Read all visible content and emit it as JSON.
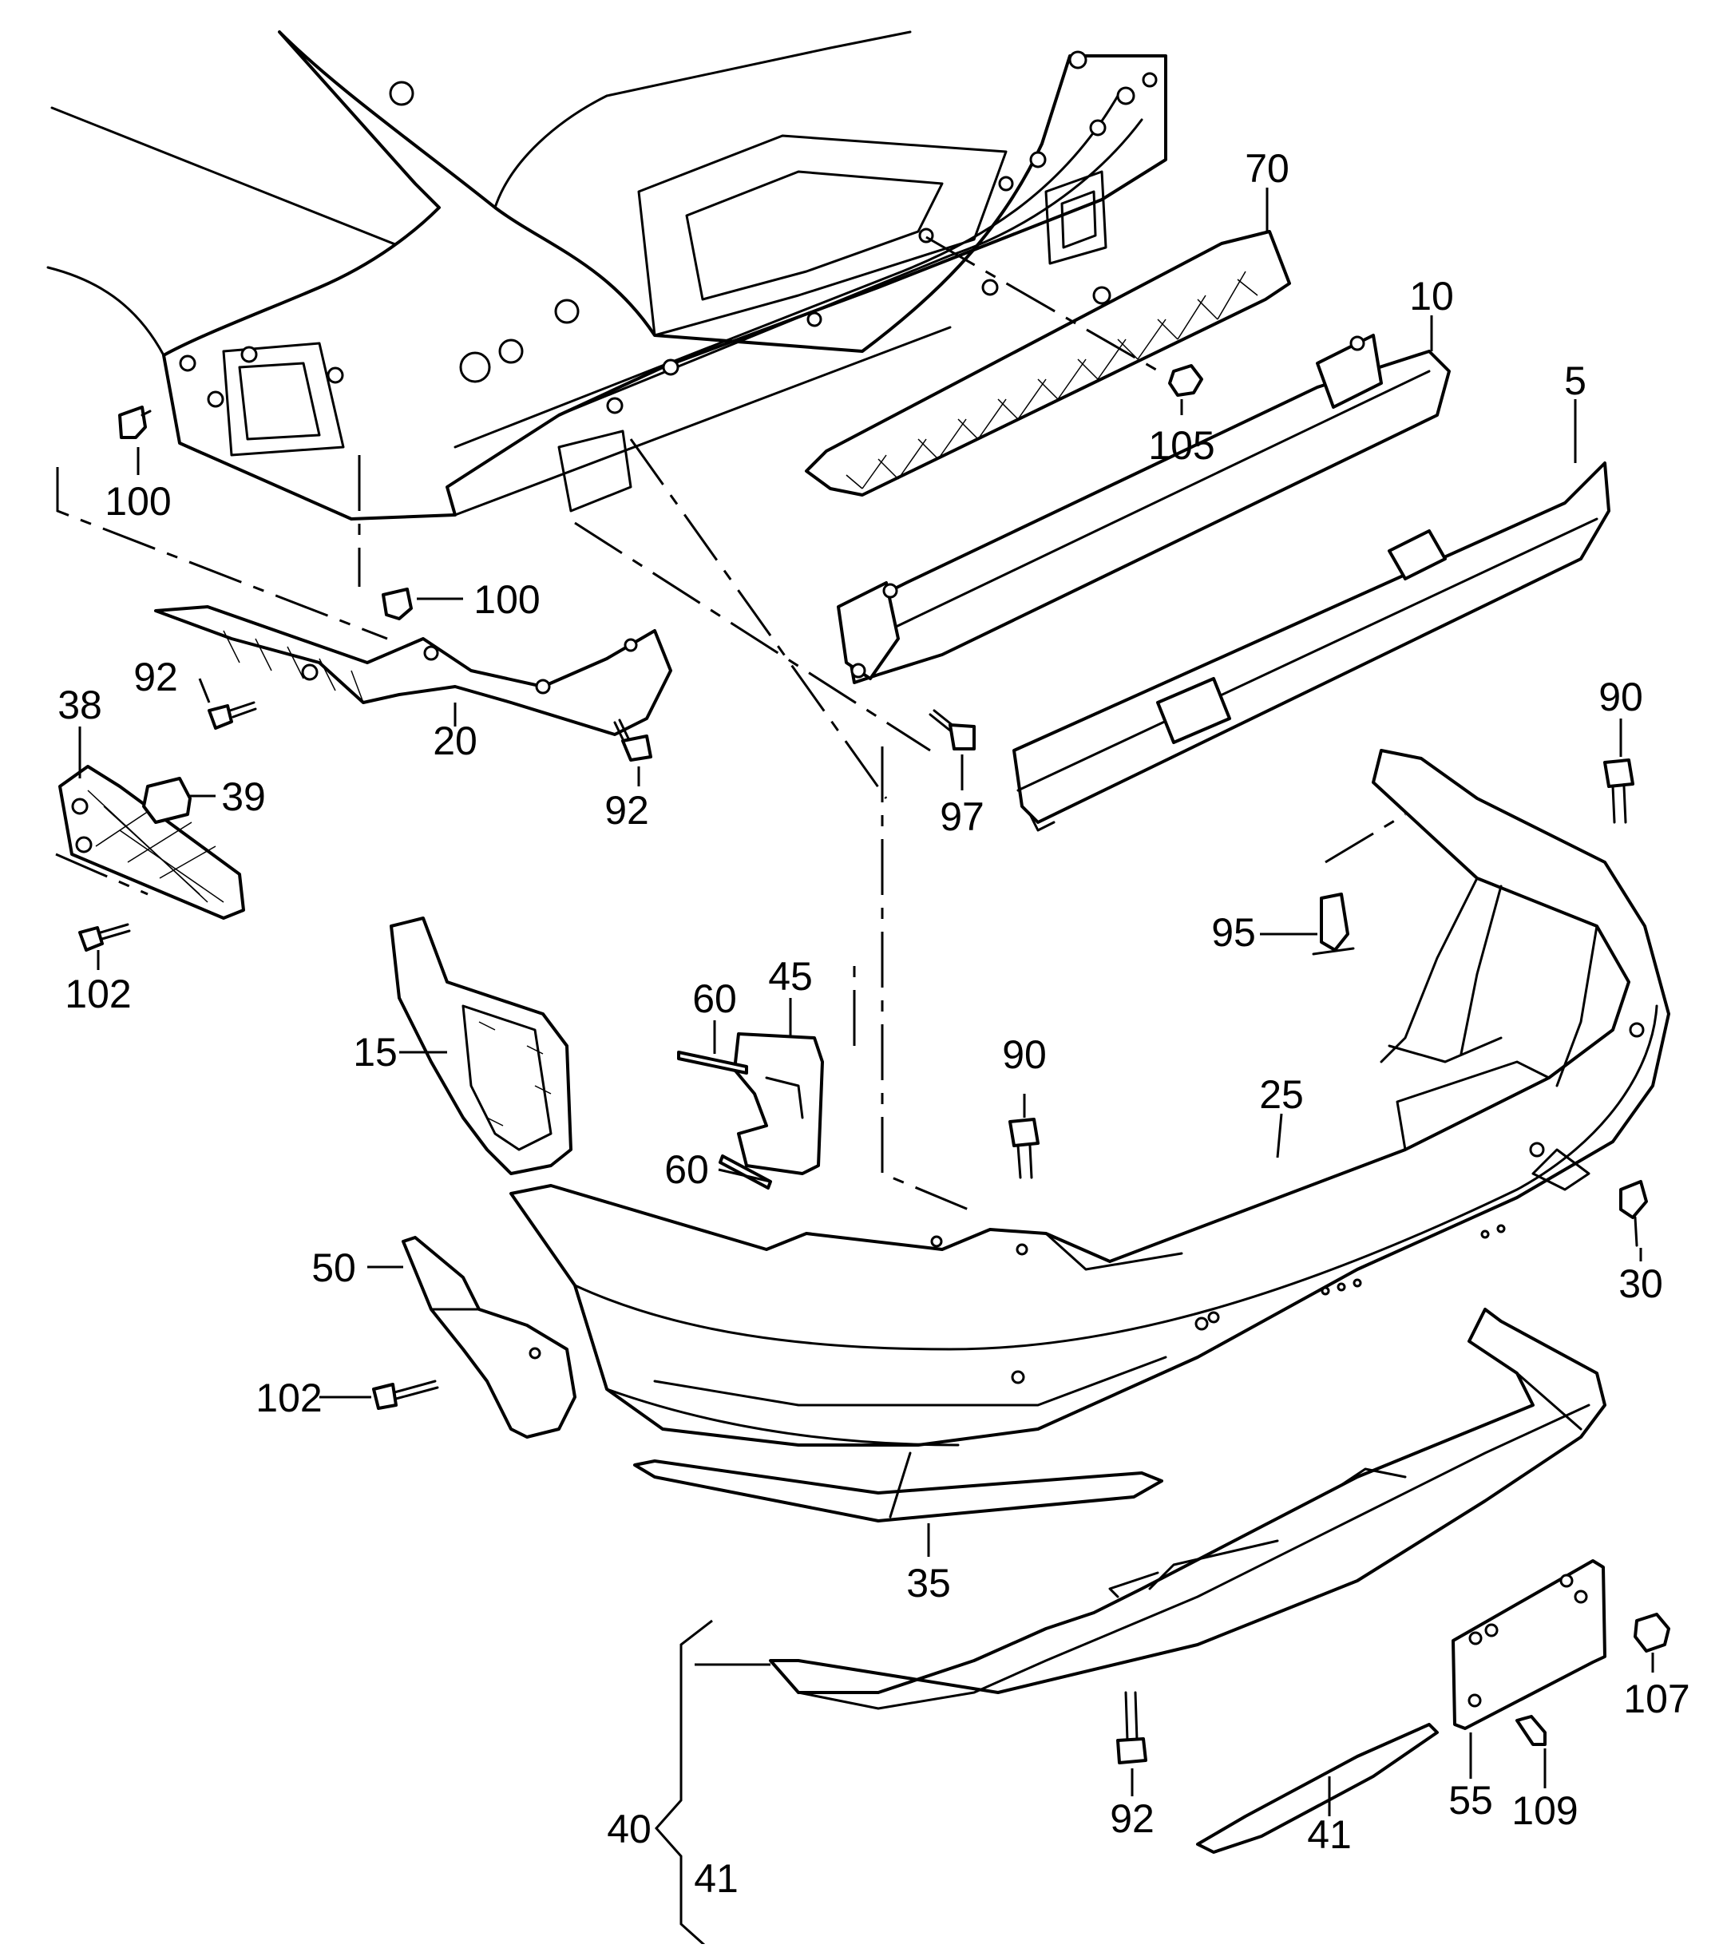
{
  "callouts": [
    {
      "id": "c70",
      "text": "70"
    },
    {
      "id": "c10",
      "text": "10"
    },
    {
      "id": "c5",
      "text": "5"
    },
    {
      "id": "c105",
      "text": "105"
    },
    {
      "id": "c100a",
      "text": "100"
    },
    {
      "id": "c100b",
      "text": "100"
    },
    {
      "id": "c92a",
      "text": "92"
    },
    {
      "id": "c20",
      "text": "20"
    },
    {
      "id": "c92b",
      "text": "92"
    },
    {
      "id": "c97",
      "text": "97"
    },
    {
      "id": "c38",
      "text": "38"
    },
    {
      "id": "c39",
      "text": "39"
    },
    {
      "id": "c102a",
      "text": "102"
    },
    {
      "id": "c90a",
      "text": "90"
    },
    {
      "id": "c95",
      "text": "95"
    },
    {
      "id": "c60a",
      "text": "60"
    },
    {
      "id": "c45",
      "text": "45"
    },
    {
      "id": "c15",
      "text": "15"
    },
    {
      "id": "c90b",
      "text": "90"
    },
    {
      "id": "c25",
      "text": "25"
    },
    {
      "id": "c60b",
      "text": "60"
    },
    {
      "id": "c50",
      "text": "50"
    },
    {
      "id": "c30",
      "text": "30"
    },
    {
      "id": "c102b",
      "text": "102"
    },
    {
      "id": "c35",
      "text": "35"
    },
    {
      "id": "c107",
      "text": "107"
    },
    {
      "id": "c40",
      "text": "40"
    },
    {
      "id": "c41a",
      "text": "41"
    },
    {
      "id": "c41b",
      "text": "41"
    },
    {
      "id": "c55",
      "text": "55"
    },
    {
      "id": "c92c",
      "text": "92"
    },
    {
      "id": "c109",
      "text": "109"
    }
  ]
}
